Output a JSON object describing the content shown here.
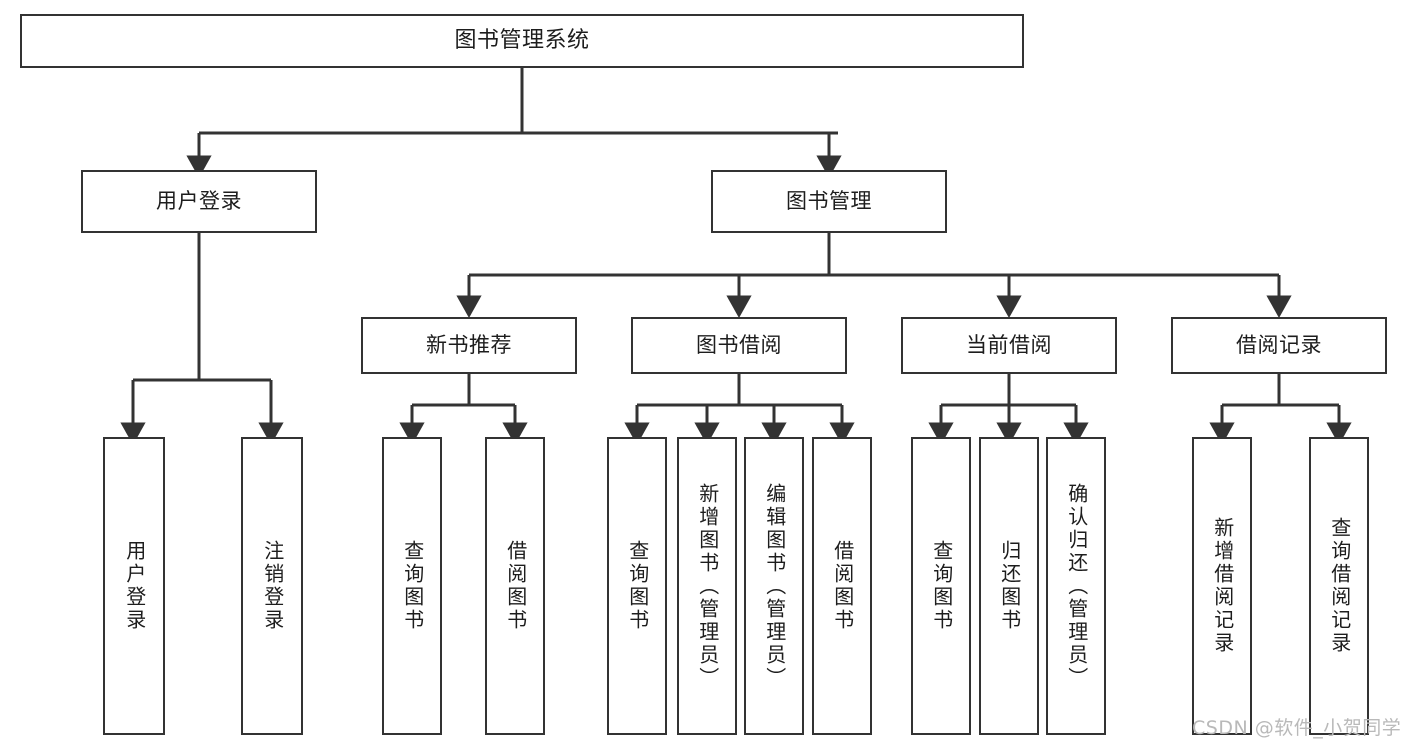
{
  "diagram": {
    "title": "图书管理系统",
    "type": "tree-structure-chart",
    "root": {
      "id": "root",
      "label": "图书管理系统"
    },
    "level2": [
      {
        "id": "user-login",
        "label": "用户登录"
      },
      {
        "id": "book-manage",
        "label": "图书管理"
      }
    ],
    "level3": [
      {
        "id": "new-book-recommend",
        "label": "新书推荐"
      },
      {
        "id": "book-borrow",
        "label": "图书借阅"
      },
      {
        "id": "current-borrow",
        "label": "当前借阅"
      },
      {
        "id": "borrow-record",
        "label": "借阅记录"
      }
    ],
    "leaves": {
      "user_login": [
        {
          "id": "leaf-user-login",
          "label": "用户登录"
        },
        {
          "id": "leaf-logout",
          "label": "注销登录"
        }
      ],
      "new_book_recommend": [
        {
          "id": "leaf-query-book-1",
          "label": "查询图书"
        },
        {
          "id": "leaf-borrow-book-1",
          "label": "借阅图书"
        }
      ],
      "book_borrow": [
        {
          "id": "leaf-query-book-2",
          "label": "查询图书"
        },
        {
          "id": "leaf-add-book",
          "label": "新增图书（管理员）"
        },
        {
          "id": "leaf-edit-book",
          "label": "编辑图书（管理员）"
        },
        {
          "id": "leaf-borrow-book-2",
          "label": "借阅图书"
        }
      ],
      "current_borrow": [
        {
          "id": "leaf-query-book-3",
          "label": "查询图书"
        },
        {
          "id": "leaf-return-book",
          "label": "归还图书"
        },
        {
          "id": "leaf-confirm-return",
          "label": "确认归还（管理员）"
        }
      ],
      "borrow_record": [
        {
          "id": "leaf-add-record",
          "label": "新增借阅记录"
        },
        {
          "id": "leaf-query-record",
          "label": "查询借阅记录"
        }
      ]
    }
  },
  "watermark": {
    "text": "CSDN @软件_小贺同学"
  },
  "colors": {
    "border": "#333333",
    "background": "#ffffff",
    "text": "#1d1d1d",
    "connector": "#333333",
    "watermark": "#b9b9b9"
  }
}
